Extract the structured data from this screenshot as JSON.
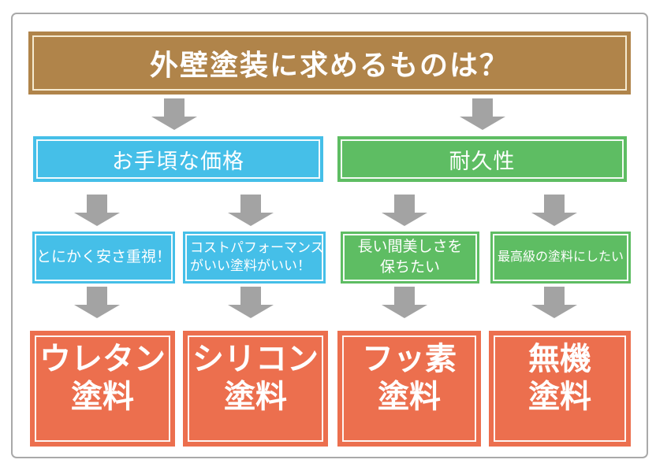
{
  "colors": {
    "brown": "#b0844a",
    "blue": "#45bfe8",
    "green": "#5ebd63",
    "orange": "#ec6f4e",
    "arrow_gray": "#a3a3a3",
    "frame_gray": "#a9a9a9",
    "header_inner_border": "#f5ead0",
    "text": "#ffffff"
  },
  "header": {
    "title": "外壁塗装に求めるものは？"
  },
  "branches": [
    {
      "id": "price",
      "label": "お手頃な価格",
      "options": [
        {
          "line1": "とにかく安さ重視！",
          "line2": "",
          "result_line1": "ウレタン",
          "result_line2": "塗料"
        },
        {
          "line1": "コストパフォーマンス",
          "line2": "がいい塗料がいい！",
          "result_line1": "シリコン",
          "result_line2": "塗料"
        }
      ]
    },
    {
      "id": "durability",
      "label": "耐久性",
      "options": [
        {
          "line1": "長い間美しさを",
          "line2": "保ちたい",
          "result_line1": "フッ素",
          "result_line2": "塗料"
        },
        {
          "line1": "最高級の塗料にしたい",
          "line2": "",
          "result_line1": "無機",
          "result_line2": "塗料"
        }
      ]
    }
  ]
}
